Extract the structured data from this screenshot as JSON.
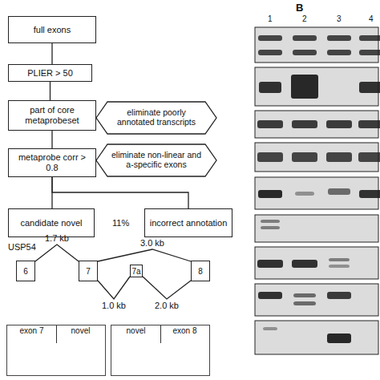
{
  "diagram": {
    "nodes": [
      {
        "text": [
          "full exons"
        ]
      },
      {
        "text": [
          "PLIER > 50"
        ]
      },
      {
        "text": [
          "part of core metaprobeset"
        ]
      },
      {
        "text": [
          "metaprobe corr > 0.8"
        ]
      },
      {
        "text": [
          "eliminate poorly annotated transcripts"
        ]
      },
      {
        "text": [
          "eliminate non-linear and a-specific exons"
        ]
      },
      {
        "text": [
          "candidate novel"
        ]
      },
      {
        "text": [
          "incorrect annotation"
        ]
      },
      {
        "text": [
          "6"
        ]
      },
      {
        "text": [
          "7"
        ]
      },
      {
        "text": [
          "7a"
        ]
      },
      {
        "text": [
          "8"
        ]
      },
      {
        "text": [
          "exon 7",
          "novel"
        ]
      },
      {
        "text": [
          "novel",
          "exon 8"
        ]
      }
    ],
    "edges": [
      {
        "from": 0,
        "to": 1,
        "arrow": "none"
      },
      {
        "from": 1,
        "to": 2,
        "arrow": "none"
      },
      {
        "from": 2,
        "to": 3,
        "arrow": "none"
      },
      {
        "from": 3,
        "to": 6,
        "arrow": "none"
      },
      {
        "from": 3,
        "to": 7,
        "arrow": "none"
      },
      {
        "from": 8,
        "to": 9,
        "label": "1.7 kb",
        "arrow": "none"
      },
      {
        "from": 9,
        "to": 11,
        "label": "3.0 kb",
        "arrow": "none"
      },
      {
        "from": 9,
        "to": 10,
        "label": "1.0 kb",
        "arrow": "none"
      },
      {
        "from": 10,
        "to": 11,
        "label": "2.0 kb",
        "arrow": "none"
      }
    ],
    "labels": [
      "11%",
      "USP54",
      "B",
      "1",
      "2",
      "3",
      "4"
    ]
  }
}
